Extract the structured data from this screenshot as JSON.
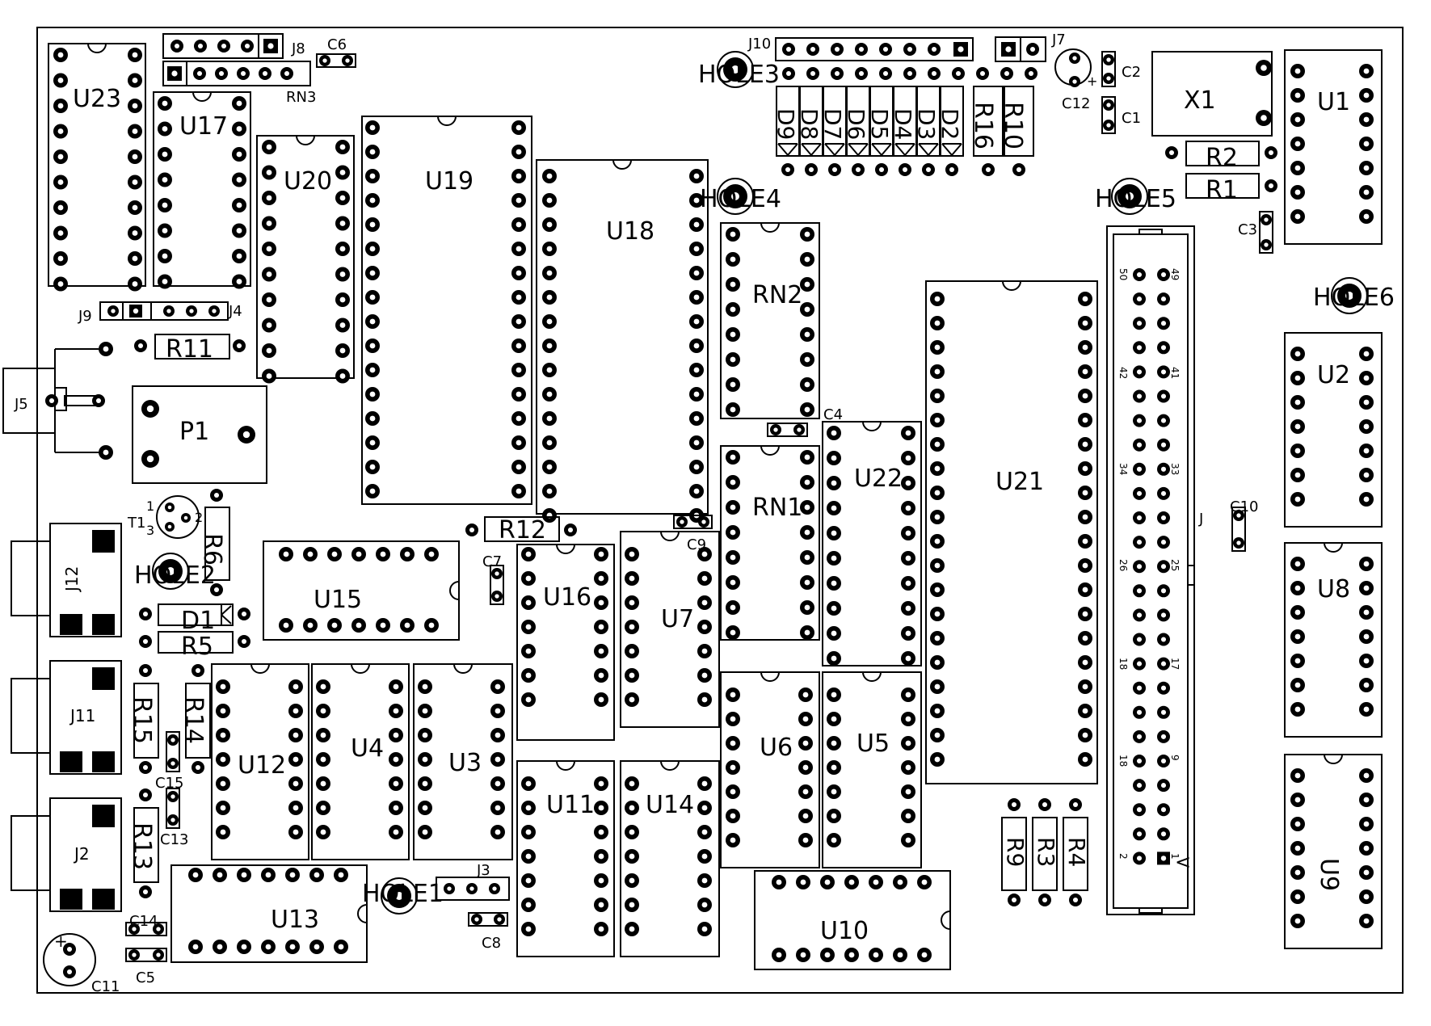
{
  "labels": {
    "u23": "U23",
    "u17": "U17",
    "u20": "U20",
    "u19": "U19",
    "u18": "U18",
    "rn2": "RN2",
    "rn1": "RN1",
    "u22": "U22",
    "u21": "U21",
    "u1": "U1",
    "u2": "U2",
    "u8": "U8",
    "u9": "U9",
    "u15": "U15",
    "u16": "U16",
    "u7": "U7",
    "u12": "U12",
    "u4": "U4",
    "u3": "U3",
    "u11": "U11",
    "u14": "U14",
    "u6": "U6",
    "u5": "U5",
    "u13": "U13",
    "u10": "U10",
    "j8": "J8",
    "rn3": "RN3",
    "c6": "C6",
    "j10": "J10",
    "j7": "J7",
    "c12": "C12",
    "c2": "C2",
    "c1": "C1",
    "x1": "X1",
    "r2": "R2",
    "r1": "R1",
    "c3": "C3",
    "hole1": "HOLE1",
    "hole2": "HOLE2",
    "hole3": "HOLE3",
    "hole4": "HOLE4",
    "hole5": "HOLE5",
    "hole6": "HOLE6",
    "d9": "D9",
    "d8": "D8",
    "d7": "D7",
    "d6": "D6",
    "d5": "D5",
    "d4": "D4",
    "d3": "D3",
    "d2": "D2",
    "r16": "R16",
    "r10": "R10",
    "j9": "J9",
    "j4": "J4",
    "r11": "R11",
    "j5": "J5",
    "p1": "P1",
    "t1": "T1",
    "t1_p1": "1",
    "t1_p2": "2",
    "t1_p3": "3",
    "r6": "R6",
    "r12": "R12",
    "c7": "C7",
    "c9": "C9",
    "c4": "C4",
    "j12": "J12",
    "d1": "D1",
    "r5": "R5",
    "j11": "J11",
    "r15": "R15",
    "r14": "R14",
    "c15": "C15",
    "c13": "C13",
    "j2": "J2",
    "r13": "R13",
    "j3": "J3",
    "c8": "C8",
    "c14": "C14",
    "c5": "C5",
    "c11": "C11",
    "c11_plus": "+",
    "c12_plus": "+",
    "r9": "R9",
    "r3": "R3",
    "r4": "R4",
    "c10": "C10",
    "j_conn": "J",
    "hdr_50": "50",
    "hdr_49": "49",
    "hdr_42": "42",
    "hdr_41": "41",
    "hdr_34": "34",
    "hdr_33": "33",
    "hdr_26": "26",
    "hdr_25": "25",
    "hdr_18a": "18",
    "hdr_17": "17",
    "hdr_18b": "18",
    "hdr_9": "9",
    "hdr_2": "2",
    "hdr_1": "1",
    "hdr_arrow": "<"
  }
}
